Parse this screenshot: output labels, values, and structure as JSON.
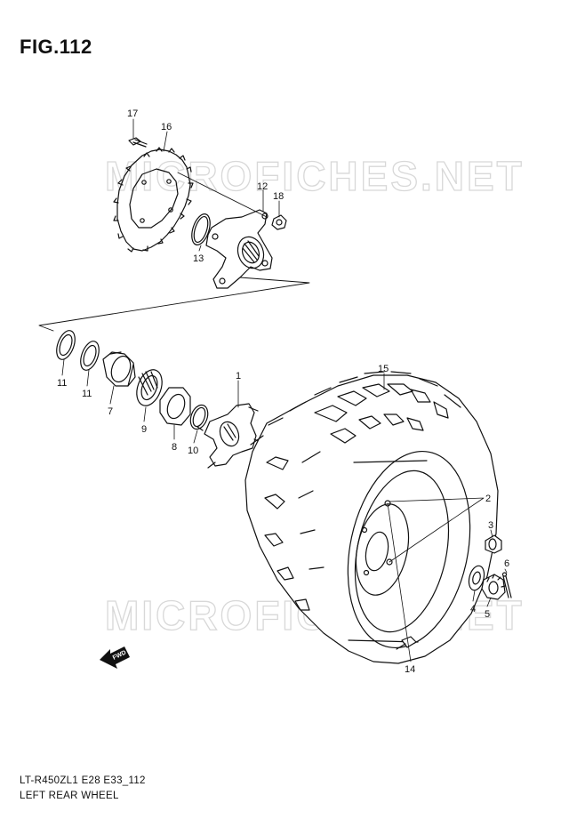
{
  "figure": {
    "title": "FIG.112",
    "model_code": "LT-R450ZL1 E28 E33_112",
    "assembly_name": "LEFT REAR WHEEL"
  },
  "watermark": {
    "text": "MICROFICHES.NET"
  },
  "callouts": [
    "1",
    "2",
    "3",
    "4",
    "5",
    "6",
    "7",
    "8",
    "9",
    "10",
    "11",
    "11",
    "12",
    "13",
    "14",
    "15",
    "16",
    "17",
    "18"
  ],
  "direction_arrow": {
    "label": "FWD",
    "icon": "forward-arrow-icon"
  },
  "colors": {
    "line": "#111111",
    "watermark": "#d8d8d8"
  }
}
